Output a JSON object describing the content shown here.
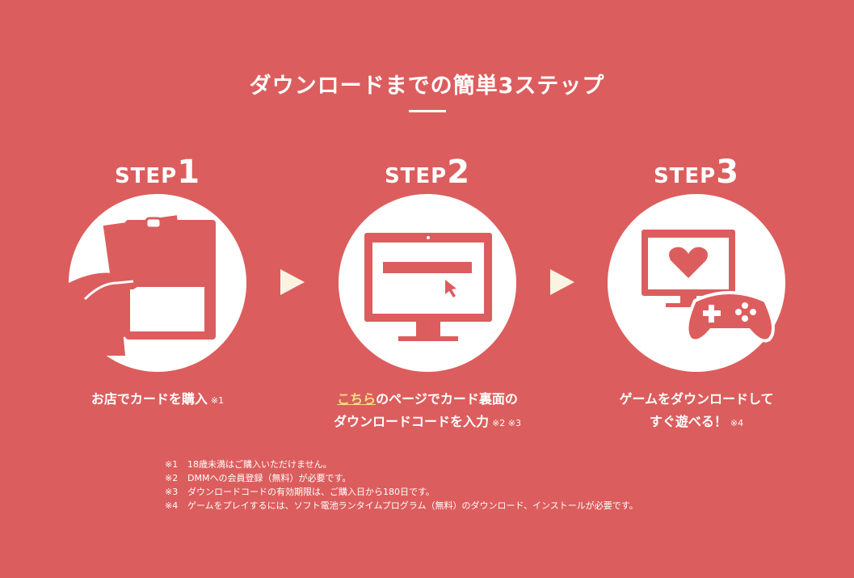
{
  "title": "ダウンロードまでの簡単3ステップ",
  "steps": [
    {
      "label": "STEP",
      "num": "1",
      "caption": "お店でカードを購入",
      "note": "※1",
      "icon": "gift-card-in-hand-icon"
    },
    {
      "label": "STEP",
      "num": "2",
      "caption_link": "こちら",
      "caption_line1": "のページでカード裏面の",
      "caption_line2": "ダウンロードコードを入力",
      "note": "※2 ※3",
      "icon": "monitor-input-icon"
    },
    {
      "label": "STEP",
      "num": "3",
      "caption_line1": "ゲームをダウンロードして",
      "caption_line2": "すぐ遊べる！",
      "note": "※4",
      "icon": "monitor-gamepad-icon"
    }
  ],
  "notes": [
    {
      "mark": "※1",
      "text": "18歳未満はご購入いただけません。"
    },
    {
      "mark": "※2",
      "text": "DMMへの会員登録（無料）が必要です。"
    },
    {
      "mark": "※3",
      "text": "ダウンロードコードの有効期限は、ご購入日から180日です。"
    },
    {
      "mark": "※4",
      "text": "ゲームをプレイするには、ソフト電池ランタイムプログラム（無料）のダウンロード、インストールが必要です。"
    }
  ],
  "colors": {
    "background": "#dc5d5d",
    "link": "#f6dc86",
    "arrow": "#fbf3e2"
  }
}
